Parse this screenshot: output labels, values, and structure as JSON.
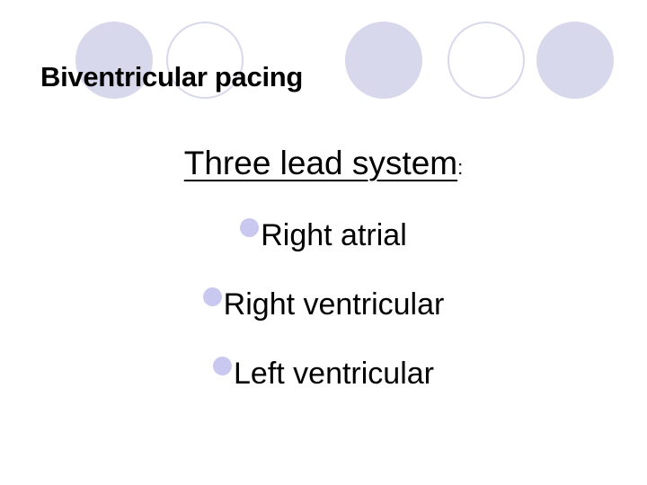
{
  "slide": {
    "title": "Biventricular pacing",
    "subtitle": "Three lead system",
    "subtitle_suffix": ":",
    "bullets": [
      {
        "label": "Right atrial"
      },
      {
        "label": "Right ventricular"
      },
      {
        "label": "Left ventricular"
      }
    ],
    "decoration": {
      "circles": [
        "filled",
        "outline",
        "filled",
        "outline",
        "filled"
      ],
      "accent_color": "#d8d8ec",
      "bullet_color": "#c8c8f0"
    }
  }
}
